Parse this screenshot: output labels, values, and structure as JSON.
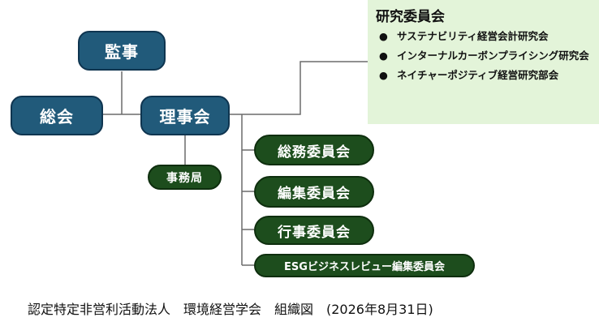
{
  "nodes": {
    "kanji": "監事",
    "sokai": "総会",
    "rijikai": "理事会",
    "jimukyoku": "事務局"
  },
  "committees": [
    "総務委員会",
    "編集委員会",
    "行事委員会",
    "ESGビジネスレビュー編集委員会"
  ],
  "research": {
    "title": "研究委員会",
    "items": [
      "サステナビリティ経営会計研究会",
      "インターナルカーボンプライシング研究会",
      "ネイチャーポジティブ経営研究部会"
    ]
  },
  "footer": "認定特定非営利活動法人　環境経営学会　組織図　(2026年8月31日)",
  "colors": {
    "blue_node": "#215a7a",
    "green_node": "#1d4d1d",
    "research_bg": "#e3f4d9",
    "connector": "#666666"
  }
}
